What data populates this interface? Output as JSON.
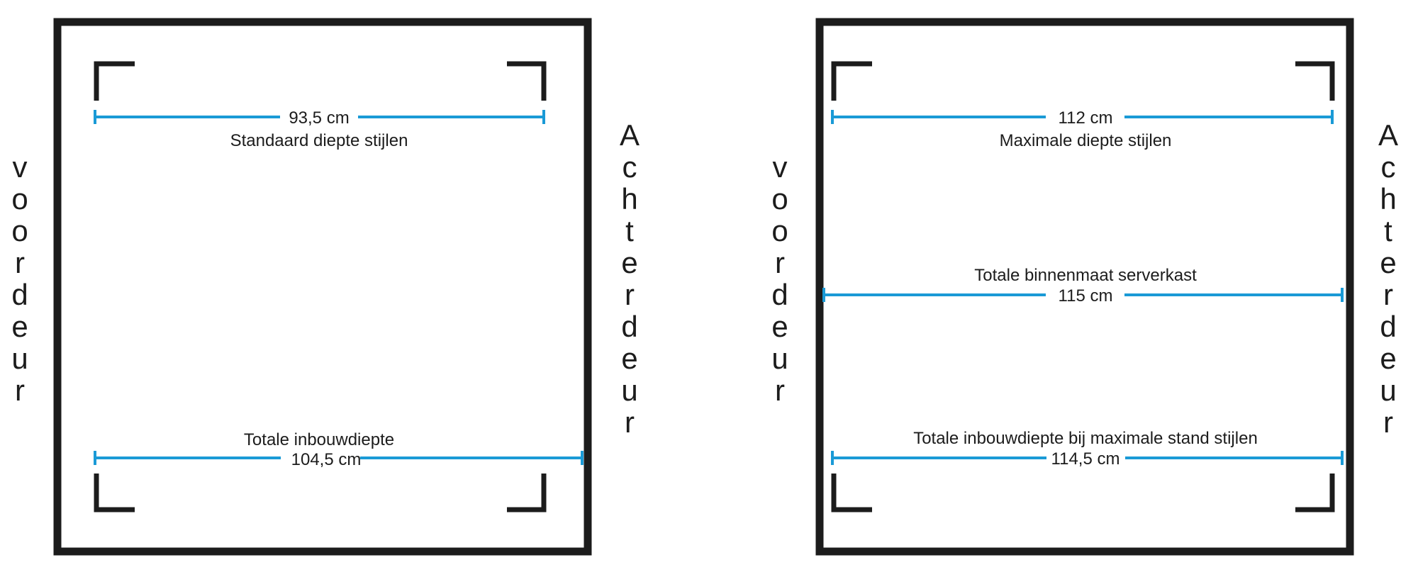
{
  "colors": {
    "frame": "#1c1c1c",
    "dimension": "#1a9ad6",
    "text": "#1c1c1c",
    "background": "#ffffff"
  },
  "left_diagram": {
    "front_label": "voordeur",
    "back_label": "Achterdeur",
    "top_measure": {
      "value": "93,5 cm",
      "caption": "Standaard diepte stijlen"
    },
    "bottom_measure": {
      "caption": "Totale inbouwdiepte",
      "value": "104,5 cm"
    }
  },
  "right_diagram": {
    "front_label": "voordeur",
    "back_label": "Achterdeur",
    "top_measure": {
      "value": "112 cm",
      "caption": "Maximale diepte stijlen"
    },
    "middle_measure": {
      "caption": "Totale binnenmaat serverkast",
      "value": "115 cm"
    },
    "bottom_measure": {
      "caption": "Totale inbouwdiepte bij maximale stand stijlen",
      "value": "114,5 cm"
    }
  }
}
